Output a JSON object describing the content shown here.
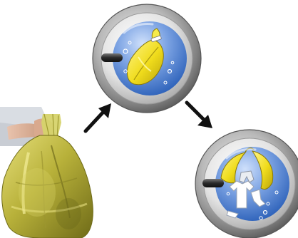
{
  "steps": [
    {
      "id": "bag",
      "icon": "yellow-laundry-bag-icon",
      "text": "",
      "colors": {
        "bag": "#c9c240",
        "bag_dark": "#8a8420"
      }
    },
    {
      "id": "drum-with-bag",
      "icon": "washing-machine-drum-with-sealed-bag-icon",
      "text": "",
      "colors": {
        "drum_rim": "#8c8c8c",
        "drum_inner": "#3e72c2",
        "bag": "#f2e02a"
      }
    },
    {
      "id": "drum-bag-dissolved",
      "icon": "washing-machine-drum-with-dissolved-bag-and-clothes-icon",
      "text": "",
      "colors": {
        "drum_rim": "#8c8c8c",
        "drum_inner": "#3e72c2",
        "bag": "#f2e02a",
        "clothes": "#ffffff"
      }
    }
  ],
  "arrows": [
    {
      "from": "bag",
      "to": "drum-with-bag",
      "icon": "arrow-up-right-icon"
    },
    {
      "from": "drum-with-bag",
      "to": "drum-bag-dissolved",
      "icon": "arrow-down-right-icon"
    }
  ]
}
